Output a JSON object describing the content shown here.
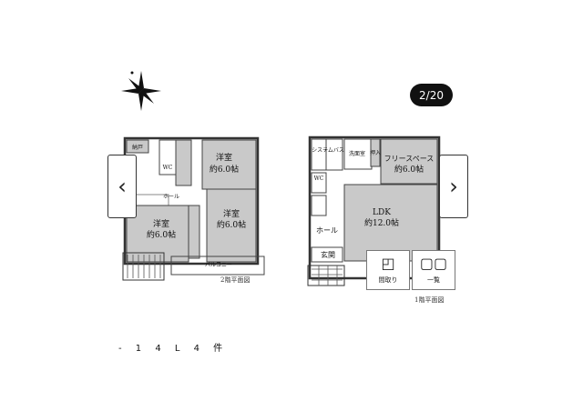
{
  "pager": {
    "counter": "2/20",
    "prev_icon": "chevron-left-icon",
    "next_icon": "chevron-right-icon"
  },
  "floor2": {
    "caption": "2階平面図",
    "rooms": {
      "storage": "納戸",
      "wc": "WC",
      "hall": "ホール",
      "bed1_name": "洋室",
      "bed1_size": "約6.0帖",
      "bed2_name": "洋室",
      "bed2_size": "約6.0帖",
      "bed3_name": "洋室",
      "bed3_size": "約6.0帖",
      "balcony": "バルコニー"
    }
  },
  "floor1": {
    "caption": "1階平面図",
    "rooms": {
      "bath": "システムバス",
      "washroom": "洗面室",
      "closet": "押入",
      "free_space": "フリースペース",
      "free_size": "約6.0帖",
      "wc": "WC",
      "ldk": "LDK",
      "ldk_size": "約12.0帖",
      "hall": "ホール",
      "entrance": "玄関"
    }
  },
  "buttons": {
    "floorplan": "間取り",
    "list": "一覧"
  },
  "footer_text": "- 1 4 L 4 件"
}
